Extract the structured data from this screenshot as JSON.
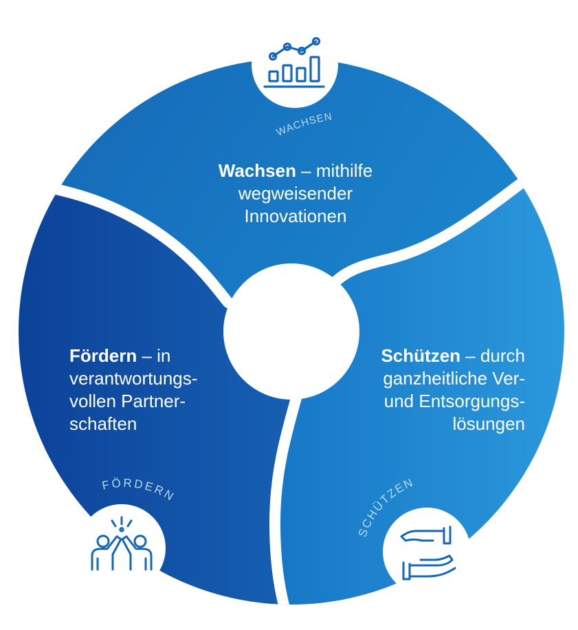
{
  "colors": {
    "wachsen_from": "#1565b4",
    "wachsen_to": "#1b86ce",
    "foerdern_from": "#0b3f96",
    "foerdern_to": "#1660b3",
    "schuetzen_from": "#1777c6",
    "schuetzen_to": "#2e9ee0",
    "divider": "#ffffff",
    "icon_stroke": "#1466b8",
    "curved_label": "#b9d9f2"
  },
  "segments": {
    "wachsen": {
      "icon": "growth-chart-icon",
      "curved_label": "WACHSEN",
      "title": "Wachsen",
      "dash": " – mithilfe",
      "lines": [
        "wegweisender",
        "Innovationen"
      ]
    },
    "foerdern": {
      "icon": "high-five-icon",
      "curved_label": "FÖRDERN",
      "title": "Fördern",
      "dash": " – in",
      "lines": [
        "verantwortungs-",
        "vollen Partner-",
        "schaften"
      ]
    },
    "schuetzen": {
      "icon": "protecting-hands-icon",
      "curved_label": "SCHÜTZEN",
      "title": "Schützen",
      "dash": " – durch",
      "lines": [
        "ganzheitliche Ver-",
        "und Entsorgungs-",
        "lösungen"
      ]
    }
  }
}
